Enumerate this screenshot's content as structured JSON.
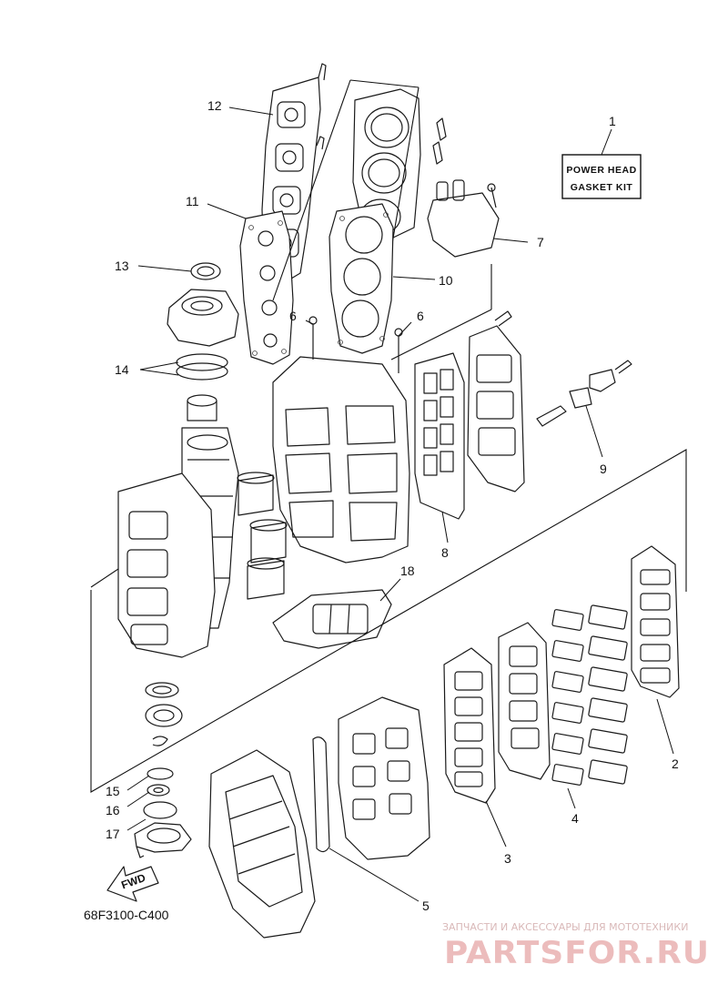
{
  "diagram": {
    "kit_label_line1": "POWER HEAD",
    "kit_label_line2": "GASKET KIT",
    "part_code": "68F3100-C400",
    "fwd_label": "FWD",
    "callouts": {
      "c1": "1",
      "c2": "2",
      "c3": "3",
      "c4": "4",
      "c5": "5",
      "c6a": "6",
      "c6b": "6",
      "c7": "7",
      "c8": "8",
      "c9": "9",
      "c10": "10",
      "c11": "11",
      "c12": "12",
      "c13": "13",
      "c14": "14",
      "c15": "15",
      "c16": "16",
      "c17": "17",
      "c18": "18"
    }
  },
  "watermark": {
    "tagline": "ЗАПЧАСТИ И АКСЕССУАРЫ ДЛЯ МОТОТЕХНИКИ",
    "brand": "PARTSFOR.RU"
  }
}
